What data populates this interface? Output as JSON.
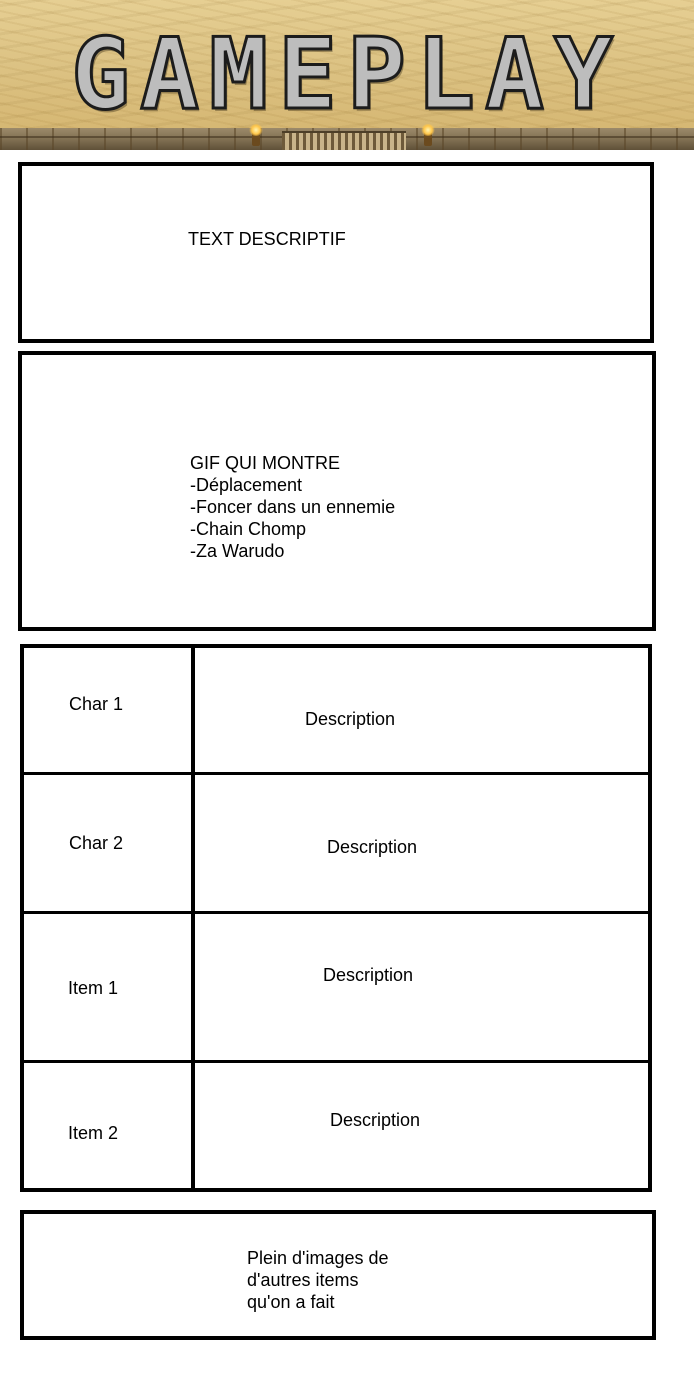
{
  "header": {
    "title": "GAMEPLAY"
  },
  "intro": {
    "text": "TEXT DESCRIPTIF"
  },
  "gif_section": {
    "lines": [
      "GIF QUI MONTRE",
      "-Déplacement",
      "-Foncer dans un ennemie",
      "-Chain Chomp",
      "-Za Warudo"
    ]
  },
  "entities": [
    {
      "label": "Char 1",
      "description": "Description"
    },
    {
      "label": "Char 2",
      "description": "Description"
    },
    {
      "label": "Item 1",
      "description": "Description"
    },
    {
      "label": "Item 2",
      "description": "Description"
    }
  ],
  "gallery": {
    "lines": [
      "Plein d'images de",
      "d'autres items",
      "qu'on a fait"
    ]
  }
}
